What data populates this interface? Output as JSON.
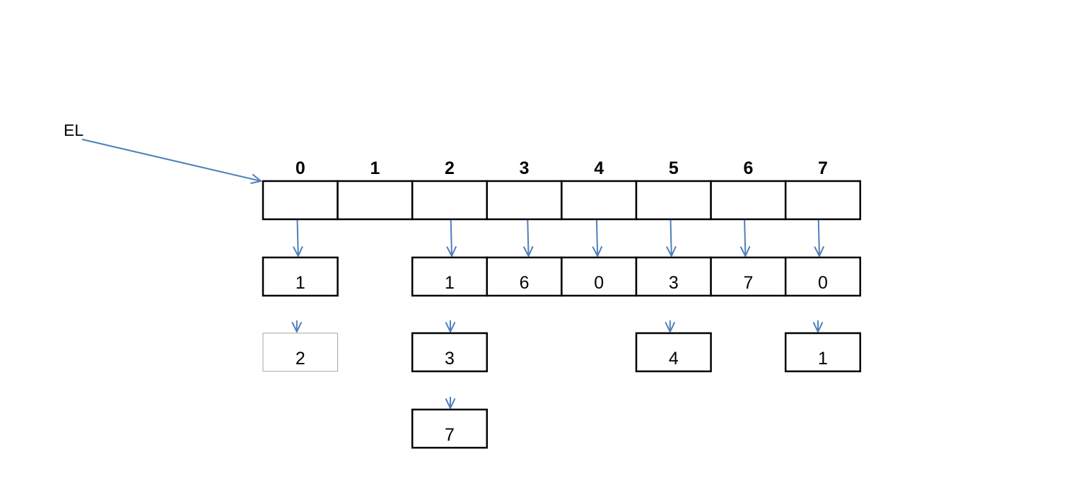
{
  "label": "EL",
  "array": {
    "indices": [
      "0",
      "1",
      "2",
      "3",
      "4",
      "5",
      "6",
      "7"
    ],
    "null_slot_index": 1
  },
  "lists": [
    {
      "slot": 0,
      "nodes": [
        "1",
        "2"
      ]
    },
    {
      "slot": 2,
      "nodes": [
        "1",
        "3",
        "7"
      ]
    },
    {
      "slot": 3,
      "nodes": [
        "6"
      ]
    },
    {
      "slot": 4,
      "nodes": [
        "0"
      ]
    },
    {
      "slot": 5,
      "nodes": [
        "3",
        "4"
      ]
    },
    {
      "slot": 6,
      "nodes": [
        "7"
      ]
    },
    {
      "slot": 7,
      "nodes": [
        "0",
        "1"
      ]
    }
  ],
  "colors": {
    "arrow": "#4f7ebb",
    "box": "#000000",
    "light_box": "#a6a6a6"
  }
}
